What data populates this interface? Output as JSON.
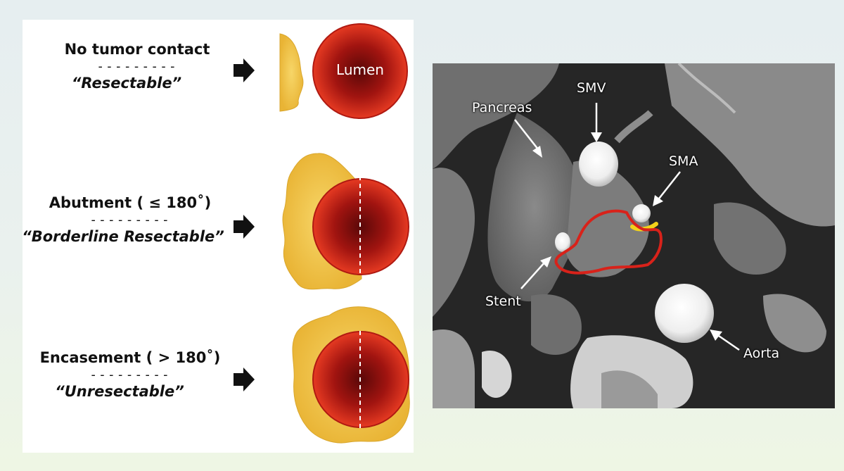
{
  "rows": [
    {
      "title": "No tumor contact",
      "dashes": "---------",
      "label": "“Resectable”"
    },
    {
      "title": "Abutment ( ≤ 180˚)",
      "dashes": "---------",
      "label": "“Borderline Resectable”"
    },
    {
      "title": "Encasement ( > 180˚)",
      "dashes": "---------",
      "label": "“Unresectable”"
    }
  ],
  "lumen_label": "Lumen",
  "ct_labels": {
    "smv": "SMV",
    "pancreas": "Pancreas",
    "sma": "SMA",
    "stent": "Stent",
    "aorta": "Aorta"
  },
  "colors": {
    "tumor": "#f0c040",
    "lumen_outer": "#d8251b",
    "lumen_inner": "#5a0808",
    "tumor_outline": "#d8221a",
    "sma_contact": "#f2d21a"
  }
}
